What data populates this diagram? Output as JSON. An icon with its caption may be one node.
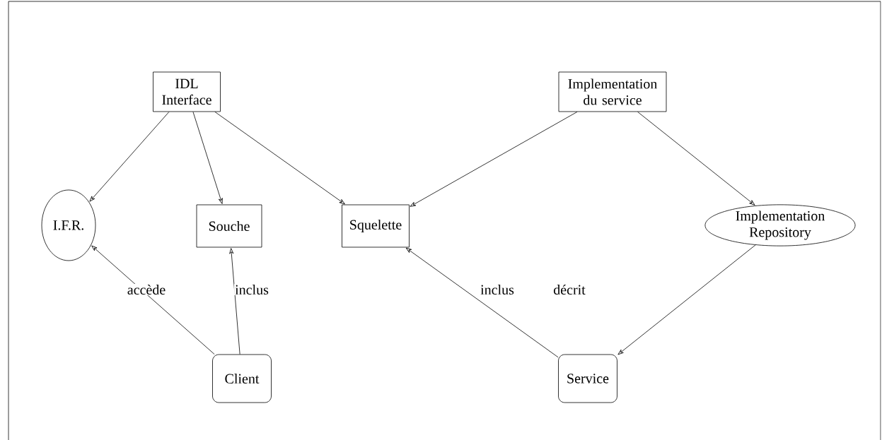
{
  "diagram": {
    "nodes": [
      {
        "text": [
          "IDL Interface"
        ]
      },
      {
        "text": [
          "Implementation du service"
        ]
      },
      {
        "text": [
          "I.F.R."
        ]
      },
      {
        "text": [
          "Souche"
        ]
      },
      {
        "text": [
          "Squelette"
        ]
      },
      {
        "text": [
          "Implementation Repository"
        ]
      },
      {
        "text": [
          "Client"
        ]
      },
      {
        "text": [
          "Service"
        ]
      }
    ],
    "edges": [
      {
        "from": 0,
        "to": 2,
        "arrow": "to"
      },
      {
        "from": 0,
        "to": 3,
        "arrow": "to"
      },
      {
        "from": 0,
        "to": 4,
        "arrow": "to"
      },
      {
        "from": 1,
        "to": 4,
        "arrow": "to"
      },
      {
        "from": 1,
        "to": 5,
        "arrow": "to"
      },
      {
        "from": 6,
        "to": 2,
        "arrow": "to",
        "label": "accède"
      },
      {
        "from": 6,
        "to": 3,
        "arrow": "to",
        "label": "inclus"
      },
      {
        "from": 7,
        "to": 4,
        "arrow": "to",
        "label": "inclus"
      },
      {
        "from": 5,
        "to": 7,
        "arrow": "to",
        "label": "décrit"
      }
    ]
  }
}
